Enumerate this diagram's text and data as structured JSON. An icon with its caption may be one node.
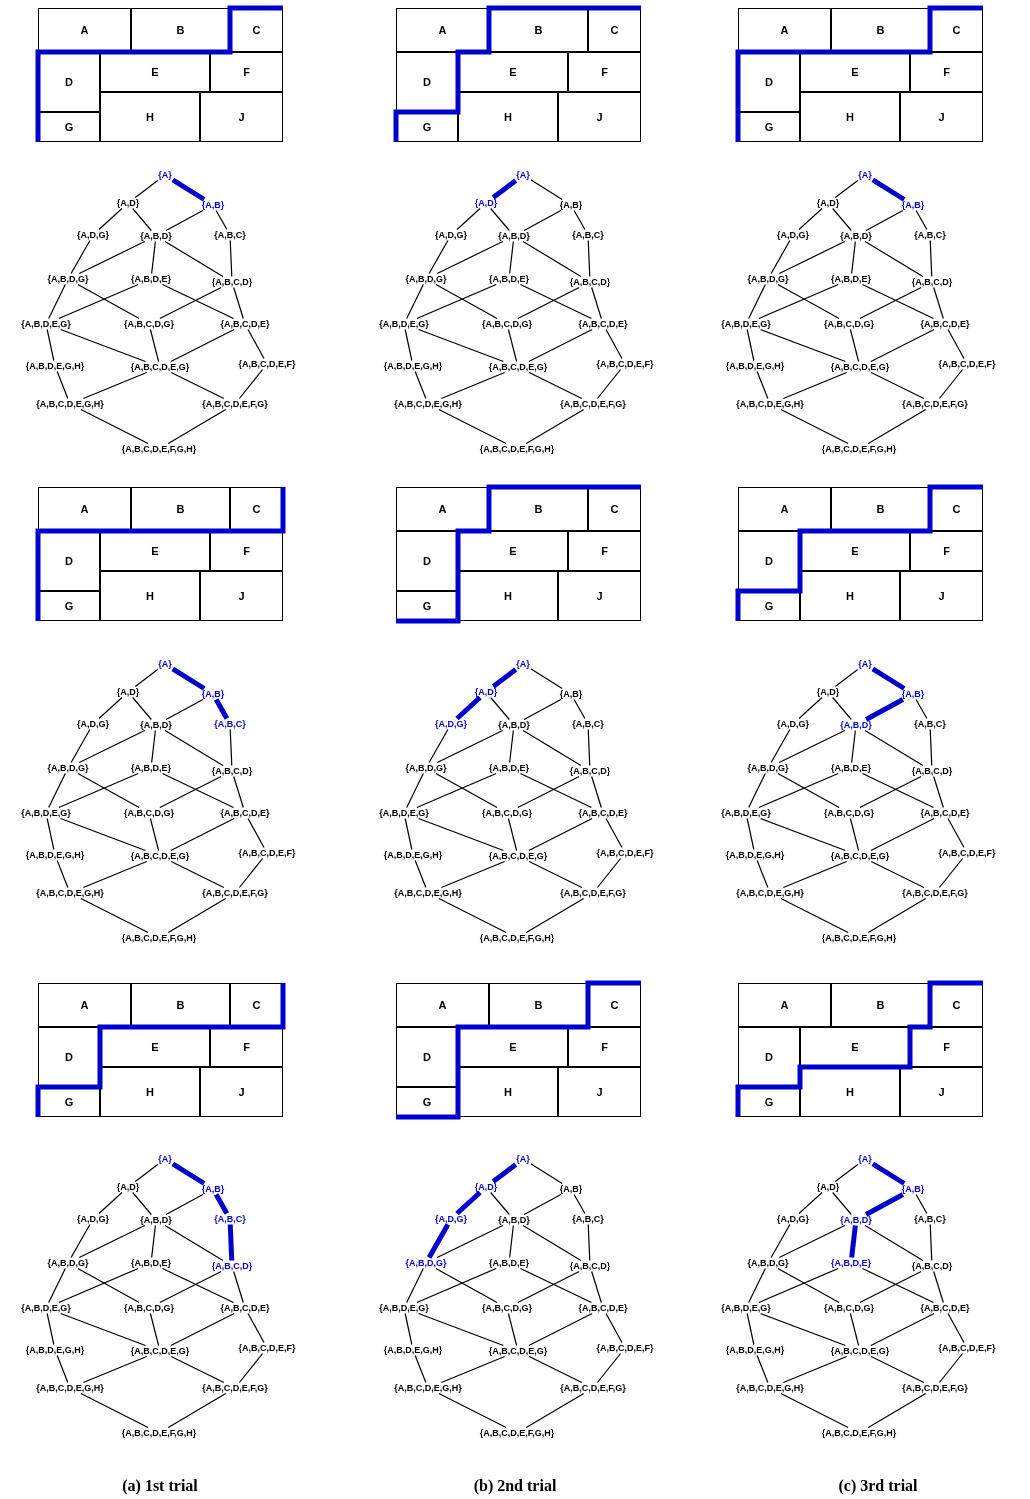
{
  "diagram": {
    "nodes": [
      {
        "text": [
          "A"
        ]
      },
      {
        "text": [
          "B"
        ]
      },
      {
        "text": [
          "C"
        ]
      },
      {
        "text": [
          "D"
        ]
      },
      {
        "text": [
          "E"
        ]
      },
      {
        "text": [
          "F"
        ]
      },
      {
        "text": [
          "G"
        ]
      },
      {
        "text": [
          "H"
        ]
      },
      {
        "text": [
          "J"
        ]
      },
      {
        "text": [
          "{A}"
        ]
      },
      {
        "text": [
          "{A,D}"
        ]
      },
      {
        "text": [
          "{A,B}"
        ]
      },
      {
        "text": [
          "{A,D,G}"
        ]
      },
      {
        "text": [
          "{A,B,D}"
        ]
      },
      {
        "text": [
          "{A,B,C}"
        ]
      },
      {
        "text": [
          "{A,B,D,G}"
        ]
      },
      {
        "text": [
          "{A,B,D,E}"
        ]
      },
      {
        "text": [
          "{A,B,C,D}"
        ]
      },
      {
        "text": [
          "{A,B,D,E,G}"
        ]
      },
      {
        "text": [
          "{A,B,C,D,G}"
        ]
      },
      {
        "text": [
          "{A,B,C,D,E}"
        ]
      },
      {
        "text": [
          "{A,B,D,E,G,H}"
        ]
      },
      {
        "text": [
          "{A,B,C,D,E,G}"
        ]
      },
      {
        "text": [
          "{A,B,C,D,E,F}"
        ]
      },
      {
        "text": [
          "{A,B,C,D,E,G,H}"
        ]
      },
      {
        "text": [
          "{A,B,C,D,E,F,G}"
        ]
      },
      {
        "text": [
          "{A,B,C,D,E,F,G,H}"
        ]
      },
      {
        "text": [
          "A"
        ]
      },
      {
        "text": [
          "B"
        ]
      },
      {
        "text": [
          "C"
        ]
      },
      {
        "text": [
          "D"
        ]
      },
      {
        "text": [
          "E"
        ]
      },
      {
        "text": [
          "F"
        ]
      },
      {
        "text": [
          "G"
        ]
      },
      {
        "text": [
          "H"
        ]
      },
      {
        "text": [
          "J"
        ]
      },
      {
        "text": [
          "{A}"
        ]
      },
      {
        "text": [
          "{A,D}"
        ]
      },
      {
        "text": [
          "{A,B}"
        ]
      },
      {
        "text": [
          "{A,D,G}"
        ]
      },
      {
        "text": [
          "{A,B,D}"
        ]
      },
      {
        "text": [
          "{A,B,C}"
        ]
      },
      {
        "text": [
          "{A,B,D,G}"
        ]
      },
      {
        "text": [
          "{A,B,D,E}"
        ]
      },
      {
        "text": [
          "{A,B,C,D}"
        ]
      },
      {
        "text": [
          "{A,B,D,E,G}"
        ]
      },
      {
        "text": [
          "{A,B,C,D,G}"
        ]
      },
      {
        "text": [
          "{A,B,C,D,E}"
        ]
      },
      {
        "text": [
          "{A,B,D,E,G,H}"
        ]
      },
      {
        "text": [
          "{A,B,C,D,E,G}"
        ]
      },
      {
        "text": [
          "{A,B,C,D,E,F}"
        ]
      },
      {
        "text": [
          "{A,B,C,D,E,G,H}"
        ]
      },
      {
        "text": [
          "{A,B,C,D,E,F,G}"
        ]
      },
      {
        "text": [
          "{A,B,C,D,E,F,G,H}"
        ]
      },
      {
        "text": [
          "A"
        ]
      },
      {
        "text": [
          "B"
        ]
      },
      {
        "text": [
          "C"
        ]
      },
      {
        "text": [
          "D"
        ]
      },
      {
        "text": [
          "E"
        ]
      },
      {
        "text": [
          "F"
        ]
      },
      {
        "text": [
          "G"
        ]
      },
      {
        "text": [
          "H"
        ]
      },
      {
        "text": [
          "J"
        ]
      },
      {
        "text": [
          "{A}"
        ]
      },
      {
        "text": [
          "{A,D}"
        ]
      },
      {
        "text": [
          "{A,B}"
        ]
      },
      {
        "text": [
          "{A,D,G}"
        ]
      },
      {
        "text": [
          "{A,B,D}"
        ]
      },
      {
        "text": [
          "{A,B,C}"
        ]
      },
      {
        "text": [
          "{A,B,D,G}"
        ]
      },
      {
        "text": [
          "{A,B,D,E}"
        ]
      },
      {
        "text": [
          "{A,B,C,D}"
        ]
      },
      {
        "text": [
          "{A,B,D,E,G}"
        ]
      },
      {
        "text": [
          "{A,B,C,D,G}"
        ]
      },
      {
        "text": [
          "{A,B,C,D,E}"
        ]
      },
      {
        "text": [
          "{A,B,D,E,G,H}"
        ]
      },
      {
        "text": [
          "{A,B,C,D,E,G}"
        ]
      },
      {
        "text": [
          "{A,B,C,D,E,F}"
        ]
      },
      {
        "text": [
          "{A,B,C,D,E,G,H}"
        ]
      },
      {
        "text": [
          "{A,B,C,D,E,F,G}"
        ]
      },
      {
        "text": [
          "{A,B,C,D,E,F,G,H}"
        ]
      },
      {
        "text": [
          "A"
        ]
      },
      {
        "text": [
          "B"
        ]
      },
      {
        "text": [
          "C"
        ]
      },
      {
        "text": [
          "D"
        ]
      },
      {
        "text": [
          "E"
        ]
      },
      {
        "text": [
          "F"
        ]
      },
      {
        "text": [
          "G"
        ]
      },
      {
        "text": [
          "H"
        ]
      },
      {
        "text": [
          "J"
        ]
      },
      {
        "text": [
          "{A}"
        ]
      },
      {
        "text": [
          "{A,D}"
        ]
      },
      {
        "text": [
          "{A,B}"
        ]
      },
      {
        "text": [
          "{A,D,G}"
        ]
      },
      {
        "text": [
          "{A,B,D}"
        ]
      },
      {
        "text": [
          "{A,B,C}"
        ]
      },
      {
        "text": [
          "{A,B,D,G}"
        ]
      },
      {
        "text": [
          "{A,B,D,E}"
        ]
      },
      {
        "text": [
          "{A,B,C,D}"
        ]
      },
      {
        "text": [
          "{A,B,D,E,G}"
        ]
      },
      {
        "text": [
          "{A,B,C,D,G}"
        ]
      },
      {
        "text": [
          "{A,B,C,D,E}"
        ]
      },
      {
        "text": [
          "{A,B,D,E,G,H}"
        ]
      },
      {
        "text": [
          "{A,B,C,D,E,G}"
        ]
      },
      {
        "text": [
          "{A,B,C,D,E,F}"
        ]
      },
      {
        "text": [
          "{A,B,C,D,E,G,H}"
        ]
      },
      {
        "text": [
          "{A,B,C,D,E,F,G}"
        ]
      },
      {
        "text": [
          "{A,B,C,D,E,F,G,H}"
        ]
      },
      {
        "text": [
          "A"
        ]
      },
      {
        "text": [
          "B"
        ]
      },
      {
        "text": [
          "C"
        ]
      },
      {
        "text": [
          "D"
        ]
      },
      {
        "text": [
          "E"
        ]
      },
      {
        "text": [
          "F"
        ]
      },
      {
        "text": [
          "G"
        ]
      },
      {
        "text": [
          "H"
        ]
      },
      {
        "text": [
          "J"
        ]
      },
      {
        "text": [
          "{A}"
        ]
      },
      {
        "text": [
          "{A,D}"
        ]
      },
      {
        "text": [
          "{A,B}"
        ]
      },
      {
        "text": [
          "{A,D,G}"
        ]
      },
      {
        "text": [
          "{A,B,D}"
        ]
      },
      {
        "text": [
          "{A,B,C}"
        ]
      },
      {
        "text": [
          "{A,B,D,G}"
        ]
      },
      {
        "text": [
          "{A,B,D,E}"
        ]
      },
      {
        "text": [
          "{A,B,C,D}"
        ]
      },
      {
        "text": [
          "{A,B,D,E,G}"
        ]
      },
      {
        "text": [
          "{A,B,C,D,G}"
        ]
      },
      {
        "text": [
          "{A,B,C,D,E}"
        ]
      },
      {
        "text": [
          "{A,B,D,E,G,H}"
        ]
      },
      {
        "text": [
          "{A,B,C,D,E,G}"
        ]
      },
      {
        "text": [
          "{A,B,C,D,E,F}"
        ]
      },
      {
        "text": [
          "{A,B,C,D,E,G,H}"
        ]
      },
      {
        "text": [
          "{A,B,C,D,E,F,G}"
        ]
      },
      {
        "text": [
          "{A,B,C,D,E,F,G,H}"
        ]
      },
      {
        "text": [
          "A"
        ]
      },
      {
        "text": [
          "B"
        ]
      },
      {
        "text": [
          "C"
        ]
      },
      {
        "text": [
          "D"
        ]
      },
      {
        "text": [
          "E"
        ]
      },
      {
        "text": [
          "F"
        ]
      },
      {
        "text": [
          "G"
        ]
      },
      {
        "text": [
          "H"
        ]
      },
      {
        "text": [
          "J"
        ]
      },
      {
        "text": [
          "{A}"
        ]
      },
      {
        "text": [
          "{A,D}"
        ]
      },
      {
        "text": [
          "{A,B}"
        ]
      },
      {
        "text": [
          "{A,D,G}"
        ]
      },
      {
        "text": [
          "{A,B,D}"
        ]
      },
      {
        "text": [
          "{A,B,C}"
        ]
      },
      {
        "text": [
          "{A,B,D,G}"
        ]
      },
      {
        "text": [
          "{A,B,D,E}"
        ]
      },
      {
        "text": [
          "{A,B,C,D}"
        ]
      },
      {
        "text": [
          "{A,B,D,E,G}"
        ]
      },
      {
        "text": [
          "{A,B,C,D,G}"
        ]
      },
      {
        "text": [
          "{A,B,C,D,E}"
        ]
      },
      {
        "text": [
          "{A,B,D,E,G,H}"
        ]
      },
      {
        "text": [
          "{A,B,C,D,E,G}"
        ]
      },
      {
        "text": [
          "{A,B,C,D,E,F}"
        ]
      },
      {
        "text": [
          "{A,B,C,D,E,G,H}"
        ]
      },
      {
        "text": [
          "{A,B,C,D,E,F,G}"
        ]
      },
      {
        "text": [
          "{A,B,C,D,E,F,G,H}"
        ]
      },
      {
        "text": [
          "A"
        ]
      },
      {
        "text": [
          "B"
        ]
      },
      {
        "text": [
          "C"
        ]
      },
      {
        "text": [
          "D"
        ]
      },
      {
        "text": [
          "E"
        ]
      },
      {
        "text": [
          "F"
        ]
      },
      {
        "text": [
          "G"
        ]
      },
      {
        "text": [
          "H"
        ]
      },
      {
        "text": [
          "J"
        ]
      },
      {
        "text": [
          "{A}"
        ]
      },
      {
        "text": [
          "{A,D}"
        ]
      },
      {
        "text": [
          "{A,B}"
        ]
      },
      {
        "text": [
          "{A,D,G}"
        ]
      },
      {
        "text": [
          "{A,B,D}"
        ]
      },
      {
        "text": [
          "{A,B,C}"
        ]
      },
      {
        "text": [
          "{A,B,D,G}"
        ]
      },
      {
        "text": [
          "{A,B,D,E}"
        ]
      },
      {
        "text": [
          "{A,B,C,D}"
        ]
      },
      {
        "text": [
          "{A,B,D,E,G}"
        ]
      },
      {
        "text": [
          "{A,B,C,D,G}"
        ]
      },
      {
        "text": [
          "{A,B,C,D,E}"
        ]
      },
      {
        "text": [
          "{A,B,D,E,G,H}"
        ]
      },
      {
        "text": [
          "{A,B,C,D,E,G}"
        ]
      },
      {
        "text": [
          "{A,B,C,D,E,F}"
        ]
      },
      {
        "text": [
          "{A,B,C,D,E,G,H}"
        ]
      },
      {
        "text": [
          "{A,B,C,D,E,F,G}"
        ]
      },
      {
        "text": [
          "{A,B,C,D,E,F,G,H}"
        ]
      },
      {
        "text": [
          "A"
        ]
      },
      {
        "text": [
          "B"
        ]
      },
      {
        "text": [
          "C"
        ]
      },
      {
        "text": [
          "D"
        ]
      },
      {
        "text": [
          "E"
        ]
      },
      {
        "text": [
          "F"
        ]
      },
      {
        "text": [
          "G"
        ]
      },
      {
        "text": [
          "H"
        ]
      },
      {
        "text": [
          "J"
        ]
      },
      {
        "text": [
          "{A}"
        ]
      },
      {
        "text": [
          "{A,D}"
        ]
      },
      {
        "text": [
          "{A,B}"
        ]
      },
      {
        "text": [
          "{A,D,G}"
        ]
      },
      {
        "text": [
          "{A,B,D}"
        ]
      },
      {
        "text": [
          "{A,B,C}"
        ]
      },
      {
        "text": [
          "{A,B,D,G}"
        ]
      },
      {
        "text": [
          "{A,B,D,E}"
        ]
      },
      {
        "text": [
          "{A,B,C,D}"
        ]
      },
      {
        "text": [
          "{A,B,D,E,G}"
        ]
      },
      {
        "text": [
          "{A,B,C,D,G}"
        ]
      },
      {
        "text": [
          "{A,B,C,D,E}"
        ]
      },
      {
        "text": [
          "{A,B,D,E,G,H}"
        ]
      },
      {
        "text": [
          "{A,B,C,D,E,G}"
        ]
      },
      {
        "text": [
          "{A,B,C,D,E,F}"
        ]
      },
      {
        "text": [
          "{A,B,C,D,E,G,H}"
        ]
      },
      {
        "text": [
          "{A,B,C,D,E,F,G}"
        ]
      },
      {
        "text": [
          "{A,B,C,D,E,F,G,H}"
        ]
      },
      {
        "text": [
          "A"
        ]
      },
      {
        "text": [
          "B"
        ]
      },
      {
        "text": [
          "C"
        ]
      },
      {
        "text": [
          "D"
        ]
      },
      {
        "text": [
          "E"
        ]
      },
      {
        "text": [
          "F"
        ]
      },
      {
        "text": [
          "G"
        ]
      },
      {
        "text": [
          "H"
        ]
      },
      {
        "text": [
          "J"
        ]
      },
      {
        "text": [
          "{A}"
        ]
      },
      {
        "text": [
          "{A,D}"
        ]
      },
      {
        "text": [
          "{A,B}"
        ]
      },
      {
        "text": [
          "{A,D,G}"
        ]
      },
      {
        "text": [
          "{A,B,D}"
        ]
      },
      {
        "text": [
          "{A,B,C}"
        ]
      },
      {
        "text": [
          "{A,B,D,G}"
        ]
      },
      {
        "text": [
          "{A,B,D,E}"
        ]
      },
      {
        "text": [
          "{A,B,C,D}"
        ]
      },
      {
        "text": [
          "{A,B,D,E,G}"
        ]
      },
      {
        "text": [
          "{A,B,C,D,G}"
        ]
      },
      {
        "text": [
          "{A,B,C,D,E}"
        ]
      },
      {
        "text": [
          "{A,B,D,E,G,H}"
        ]
      },
      {
        "text": [
          "{A,B,C,D,E,G}"
        ]
      },
      {
        "text": [
          "{A,B,C,D,E,F}"
        ]
      },
      {
        "text": [
          "{A,B,C,D,E,G,H}"
        ]
      },
      {
        "text": [
          "{A,B,C,D,E,F,G}"
        ]
      },
      {
        "text": [
          "{A,B,C,D,E,F,G,H}"
        ]
      }
    ],
    "edges": [
      {
        "from": 9,
        "to": 10,
        "arrow": "none"
      },
      {
        "from": 9,
        "to": 11,
        "arrow": "none",
        "style": "thick",
        "color": "#0000cc"
      },
      {
        "from": 10,
        "to": 12,
        "arrow": "none"
      },
      {
        "from": 10,
        "to": 13,
        "arrow": "none"
      },
      {
        "from": 11,
        "to": 13,
        "arrow": "none"
      },
      {
        "from": 11,
        "to": 14,
        "arrow": "none"
      },
      {
        "from": 12,
        "to": 15,
        "arrow": "none"
      },
      {
        "from": 13,
        "to": 15,
        "arrow": "none"
      },
      {
        "from": 13,
        "to": 16,
        "arrow": "none"
      },
      {
        "from": 13,
        "to": 17,
        "arrow": "none"
      },
      {
        "from": 14,
        "to": 17,
        "arrow": "none"
      },
      {
        "from": 15,
        "to": 18,
        "arrow": "none"
      },
      {
        "from": 15,
        "to": 19,
        "arrow": "none"
      },
      {
        "from": 16,
        "to": 18,
        "arrow": "none"
      },
      {
        "from": 16,
        "to": 20,
        "arrow": "none"
      },
      {
        "from": 17,
        "to": 19,
        "arrow": "none"
      },
      {
        "from": 17,
        "to": 20,
        "arrow": "none"
      },
      {
        "from": 18,
        "to": 21,
        "arrow": "none"
      },
      {
        "from": 18,
        "to": 22,
        "arrow": "none"
      },
      {
        "from": 19,
        "to": 22,
        "arrow": "none"
      },
      {
        "from": 20,
        "to": 22,
        "arrow": "none"
      },
      {
        "from": 20,
        "to": 23,
        "arrow": "none"
      },
      {
        "from": 21,
        "to": 24,
        "arrow": "none"
      },
      {
        "from": 22,
        "to": 24,
        "arrow": "none"
      },
      {
        "from": 22,
        "to": 25,
        "arrow": "none"
      },
      {
        "from": 23,
        "to": 25,
        "arrow": "none"
      },
      {
        "from": 24,
        "to": 26,
        "arrow": "none"
      },
      {
        "from": 25,
        "to": 26,
        "arrow": "none"
      },
      {
        "from": 36,
        "to": 37,
        "arrow": "none",
        "style": "thick",
        "color": "#0000cc"
      },
      {
        "from": 36,
        "to": 38,
        "arrow": "none"
      },
      {
        "from": 37,
        "to": 39,
        "arrow": "none"
      },
      {
        "from": 37,
        "to": 40,
        "arrow": "none"
      },
      {
        "from": 38,
        "to": 40,
        "arrow": "none"
      },
      {
        "from": 38,
        "to": 41,
        "arrow": "none"
      },
      {
        "from": 39,
        "to": 42,
        "arrow": "none"
      },
      {
        "from": 40,
        "to": 42,
        "arrow": "none"
      },
      {
        "from": 40,
        "to": 43,
        "arrow": "none"
      },
      {
        "from": 40,
        "to": 44,
        "arrow": "none"
      },
      {
        "from": 41,
        "to": 44,
        "arrow": "none"
      },
      {
        "from": 42,
        "to": 45,
        "arrow": "none"
      },
      {
        "from": 42,
        "to": 46,
        "arrow": "none"
      },
      {
        "from": 43,
        "to": 45,
        "arrow": "none"
      },
      {
        "from": 43,
        "to": 47,
        "arrow": "none"
      },
      {
        "from": 44,
        "to": 46,
        "arrow": "none"
      },
      {
        "from": 44,
        "to": 47,
        "arrow": "none"
      },
      {
        "from": 45,
        "to": 48,
        "arrow": "none"
      },
      {
        "from": 45,
        "to": 49,
        "arrow": "none"
      },
      {
        "from": 46,
        "to": 49,
        "arrow": "none"
      },
      {
        "from": 47,
        "to": 49,
        "arrow": "none"
      },
      {
        "from": 47,
        "to": 50,
        "arrow": "none"
      },
      {
        "from": 48,
        "to": 51,
        "arrow": "none"
      },
      {
        "from": 49,
        "to": 51,
        "arrow": "none"
      },
      {
        "from": 49,
        "to": 52,
        "arrow": "none"
      },
      {
        "from": 50,
        "to": 52,
        "arrow": "none"
      },
      {
        "from": 51,
        "to": 53,
        "arrow": "none"
      },
      {
        "from": 52,
        "to": 53,
        "arrow": "none"
      },
      {
        "from": 63,
        "to": 64,
        "arrow": "none"
      },
      {
        "from": 63,
        "to": 65,
        "arrow": "none",
        "style": "thick",
        "color": "#0000cc"
      },
      {
        "from": 64,
        "to": 66,
        "arrow": "none"
      },
      {
        "from": 64,
        "to": 67,
        "arrow": "none"
      },
      {
        "from": 65,
        "to": 67,
        "arrow": "none"
      },
      {
        "from": 65,
        "to": 68,
        "arrow": "none"
      },
      {
        "from": 66,
        "to": 69,
        "arrow": "none"
      },
      {
        "from": 67,
        "to": 69,
        "arrow": "none"
      },
      {
        "from": 67,
        "to": 70,
        "arrow": "none"
      },
      {
        "from": 67,
        "to": 71,
        "arrow": "none"
      },
      {
        "from": 68,
        "to": 71,
        "arrow": "none"
      },
      {
        "from": 69,
        "to": 72,
        "arrow": "none"
      },
      {
        "from": 69,
        "to": 73,
        "arrow": "none"
      },
      {
        "from": 70,
        "to": 72,
        "arrow": "none"
      },
      {
        "from": 70,
        "to": 74,
        "arrow": "none"
      },
      {
        "from": 71,
        "to": 73,
        "arrow": "none"
      },
      {
        "from": 71,
        "to": 74,
        "arrow": "none"
      },
      {
        "from": 72,
        "to": 75,
        "arrow": "none"
      },
      {
        "from": 72,
        "to": 76,
        "arrow": "none"
      },
      {
        "from": 73,
        "to": 76,
        "arrow": "none"
      },
      {
        "from": 74,
        "to": 76,
        "arrow": "none"
      },
      {
        "from": 74,
        "to": 77,
        "arrow": "none"
      },
      {
        "from": 75,
        "to": 78,
        "arrow": "none"
      },
      {
        "from": 76,
        "to": 78,
        "arrow": "none"
      },
      {
        "from": 76,
        "to": 79,
        "arrow": "none"
      },
      {
        "from": 77,
        "to": 79,
        "arrow": "none"
      },
      {
        "from": 78,
        "to": 80,
        "arrow": "none"
      },
      {
        "from": 79,
        "to": 80,
        "arrow": "none"
      },
      {
        "from": 90,
        "to": 91,
        "arrow": "none"
      },
      {
        "from": 90,
        "to": 92,
        "arrow": "none",
        "style": "thick",
        "color": "#0000cc"
      },
      {
        "from": 91,
        "to": 93,
        "arrow": "none"
      },
      {
        "from": 91,
        "to": 94,
        "arrow": "none"
      },
      {
        "from": 92,
        "to": 94,
        "arrow": "none"
      },
      {
        "from": 92,
        "to": 95,
        "arrow": "none",
        "style": "thick",
        "color": "#0000cc"
      },
      {
        "from": 93,
        "to": 96,
        "arrow": "none"
      },
      {
        "from": 94,
        "to": 96,
        "arrow": "none"
      },
      {
        "from": 94,
        "to": 97,
        "arrow": "none"
      },
      {
        "from": 94,
        "to": 98,
        "arrow": "none"
      },
      {
        "from": 95,
        "to": 98,
        "arrow": "none"
      },
      {
        "from": 96,
        "to": 99,
        "arrow": "none"
      },
      {
        "from": 96,
        "to": 100,
        "arrow": "none"
      },
      {
        "from": 97,
        "to": 99,
        "arrow": "none"
      },
      {
        "from": 97,
        "to": 101,
        "arrow": "none"
      },
      {
        "from": 98,
        "to": 100,
        "arrow": "none"
      },
      {
        "from": 98,
        "to": 101,
        "arrow": "none"
      },
      {
        "from": 99,
        "to": 102,
        "arrow": "none"
      },
      {
        "from": 99,
        "to": 103,
        "arrow": "none"
      },
      {
        "from": 100,
        "to": 103,
        "arrow": "none"
      },
      {
        "from": 101,
        "to": 103,
        "arrow": "none"
      },
      {
        "from": 101,
        "to": 104,
        "arrow": "none"
      },
      {
        "from": 102,
        "to": 105,
        "arrow": "none"
      },
      {
        "from": 103,
        "to": 105,
        "arrow": "none"
      },
      {
        "from": 103,
        "to": 106,
        "arrow": "none"
      },
      {
        "from": 104,
        "to": 106,
        "arrow": "none"
      },
      {
        "from": 105,
        "to": 107,
        "arrow": "none"
      },
      {
        "from": 106,
        "to": 107,
        "arrow": "none"
      },
      {
        "from": 117,
        "to": 118,
        "arrow": "none",
        "style": "thick",
        "color": "#0000cc"
      },
      {
        "from": 117,
        "to": 119,
        "arrow": "none"
      },
      {
        "from": 118,
        "to": 120,
        "arrow": "none",
        "style": "thick",
        "color": "#0000cc"
      },
      {
        "from": 118,
        "to": 121,
        "arrow": "none"
      },
      {
        "from": 119,
        "to": 121,
        "arrow": "none"
      },
      {
        "from": 119,
        "to": 122,
        "arrow": "none"
      },
      {
        "from": 120,
        "to": 123,
        "arrow": "none"
      },
      {
        "from": 121,
        "to": 123,
        "arrow": "none"
      },
      {
        "from": 121,
        "to": 124,
        "arrow": "none"
      },
      {
        "from": 121,
        "to": 125,
        "arrow": "none"
      },
      {
        "from": 122,
        "to": 125,
        "arrow": "none"
      },
      {
        "from": 123,
        "to": 126,
        "arrow": "none"
      },
      {
        "from": 123,
        "to": 127,
        "arrow": "none"
      },
      {
        "from": 124,
        "to": 126,
        "arrow": "none"
      },
      {
        "from": 124,
        "to": 128,
        "arrow": "none"
      },
      {
        "from": 125,
        "to": 127,
        "arrow": "none"
      },
      {
        "from": 125,
        "to": 128,
        "arrow": "none"
      },
      {
        "from": 126,
        "to": 129,
        "arrow": "none"
      },
      {
        "from": 126,
        "to": 130,
        "arrow": "none"
      },
      {
        "from": 127,
        "to": 130,
        "arrow": "none"
      },
      {
        "from": 128,
        "to": 130,
        "arrow": "none"
      },
      {
        "from": 128,
        "to": 131,
        "arrow": "none"
      },
      {
        "from": 129,
        "to": 132,
        "arrow": "none"
      },
      {
        "from": 130,
        "to": 132,
        "arrow": "none"
      },
      {
        "from": 130,
        "to": 133,
        "arrow": "none"
      },
      {
        "from": 131,
        "to": 133,
        "arrow": "none"
      },
      {
        "from": 132,
        "to": 134,
        "arrow": "none"
      },
      {
        "from": 133,
        "to": 134,
        "arrow": "none"
      },
      {
        "from": 144,
        "to": 145,
        "arrow": "none"
      },
      {
        "from": 144,
        "to": 146,
        "arrow": "none",
        "style": "thick",
        "color": "#0000cc"
      },
      {
        "from": 145,
        "to": 147,
        "arrow": "none"
      },
      {
        "from": 145,
        "to": 148,
        "arrow": "none"
      },
      {
        "from": 146,
        "to": 148,
        "arrow": "none",
        "style": "thick",
        "color": "#0000cc"
      },
      {
        "from": 146,
        "to": 149,
        "arrow": "none"
      },
      {
        "from": 147,
        "to": 150,
        "arrow": "none"
      },
      {
        "from": 148,
        "to": 150,
        "arrow": "none"
      },
      {
        "from": 148,
        "to": 151,
        "arrow": "none"
      },
      {
        "from": 148,
        "to": 152,
        "arrow": "none"
      },
      {
        "from": 149,
        "to": 152,
        "arrow": "none"
      },
      {
        "from": 150,
        "to": 153,
        "arrow": "none"
      },
      {
        "from": 150,
        "to": 154,
        "arrow": "none"
      },
      {
        "from": 151,
        "to": 153,
        "arrow": "none"
      },
      {
        "from": 151,
        "to": 155,
        "arrow": "none"
      },
      {
        "from": 152,
        "to": 154,
        "arrow": "none"
      },
      {
        "from": 152,
        "to": 155,
        "arrow": "none"
      },
      {
        "from": 153,
        "to": 156,
        "arrow": "none"
      },
      {
        "from": 153,
        "to": 157,
        "arrow": "none"
      },
      {
        "from": 154,
        "to": 157,
        "arrow": "none"
      },
      {
        "from": 155,
        "to": 157,
        "arrow": "none"
      },
      {
        "from": 155,
        "to": 158,
        "arrow": "none"
      },
      {
        "from": 156,
        "to": 159,
        "arrow": "none"
      },
      {
        "from": 157,
        "to": 159,
        "arrow": "none"
      },
      {
        "from": 157,
        "to": 160,
        "arrow": "none"
      },
      {
        "from": 158,
        "to": 160,
        "arrow": "none"
      },
      {
        "from": 159,
        "to": 161,
        "arrow": "none"
      },
      {
        "from": 160,
        "to": 161,
        "arrow": "none"
      },
      {
        "from": 171,
        "to": 172,
        "arrow": "none"
      },
      {
        "from": 171,
        "to": 173,
        "arrow": "none",
        "style": "thick",
        "color": "#0000cc"
      },
      {
        "from": 172,
        "to": 174,
        "arrow": "none"
      },
      {
        "from": 172,
        "to": 175,
        "arrow": "none"
      },
      {
        "from": 173,
        "to": 175,
        "arrow": "none"
      },
      {
        "from": 173,
        "to": 176,
        "arrow": "none",
        "style": "thick",
        "color": "#0000cc"
      },
      {
        "from": 174,
        "to": 177,
        "arrow": "none"
      },
      {
        "from": 175,
        "to": 177,
        "arrow": "none"
      },
      {
        "from": 175,
        "to": 178,
        "arrow": "none"
      },
      {
        "from": 175,
        "to": 179,
        "arrow": "none"
      },
      {
        "from": 176,
        "to": 179,
        "arrow": "none",
        "style": "thick",
        "color": "#0000cc"
      },
      {
        "from": 177,
        "to": 180,
        "arrow": "none"
      },
      {
        "from": 177,
        "to": 181,
        "arrow": "none"
      },
      {
        "from": 178,
        "to": 180,
        "arrow": "none"
      },
      {
        "from": 178,
        "to": 182,
        "arrow": "none"
      },
      {
        "from": 179,
        "to": 181,
        "arrow": "none"
      },
      {
        "from": 179,
        "to": 182,
        "arrow": "none"
      },
      {
        "from": 180,
        "to": 183,
        "arrow": "none"
      },
      {
        "from": 180,
        "to": 184,
        "arrow": "none"
      },
      {
        "from": 181,
        "to": 184,
        "arrow": "none"
      },
      {
        "from": 182,
        "to": 184,
        "arrow": "none"
      },
      {
        "from": 182,
        "to": 185,
        "arrow": "none"
      },
      {
        "from": 183,
        "to": 186,
        "arrow": "none"
      },
      {
        "from": 184,
        "to": 186,
        "arrow": "none"
      },
      {
        "from": 184,
        "to": 187,
        "arrow": "none"
      },
      {
        "from": 185,
        "to": 187,
        "arrow": "none"
      },
      {
        "from": 186,
        "to": 188,
        "arrow": "none"
      },
      {
        "from": 187,
        "to": 188,
        "arrow": "none"
      },
      {
        "from": 198,
        "to": 199,
        "arrow": "none",
        "style": "thick",
        "color": "#0000cc"
      },
      {
        "from": 198,
        "to": 200,
        "arrow": "none"
      },
      {
        "from": 199,
        "to": 201,
        "arrow": "none",
        "style": "thick",
        "color": "#0000cc"
      },
      {
        "from": 199,
        "to": 202,
        "arrow": "none"
      },
      {
        "from": 200,
        "to": 202,
        "arrow": "none"
      },
      {
        "from": 200,
        "to": 203,
        "arrow": "none"
      },
      {
        "from": 201,
        "to": 204,
        "arrow": "none",
        "style": "thick",
        "color": "#0000cc"
      },
      {
        "from": 202,
        "to": 204,
        "arrow": "none"
      },
      {
        "from": 202,
        "to": 205,
        "arrow": "none"
      },
      {
        "from": 202,
        "to": 206,
        "arrow": "none"
      },
      {
        "from": 203,
        "to": 206,
        "arrow": "none"
      },
      {
        "from": 204,
        "to": 207,
        "arrow": "none"
      },
      {
        "from": 204,
        "to": 208,
        "arrow": "none"
      },
      {
        "from": 205,
        "to": 207,
        "arrow": "none"
      },
      {
        "from": 205,
        "to": 209,
        "arrow": "none"
      },
      {
        "from": 206,
        "to": 208,
        "arrow": "none"
      },
      {
        "from": 206,
        "to": 209,
        "arrow": "none"
      },
      {
        "from": 207,
        "to": 210,
        "arrow": "none"
      },
      {
        "from": 207,
        "to": 211,
        "arrow": "none"
      },
      {
        "from": 208,
        "to": 211,
        "arrow": "none"
      },
      {
        "from": 209,
        "to": 211,
        "arrow": "none"
      },
      {
        "from": 209,
        "to": 212,
        "arrow": "none"
      },
      {
        "from": 210,
        "to": 213,
        "arrow": "none"
      },
      {
        "from": 211,
        "to": 213,
        "arrow": "none"
      },
      {
        "from": 211,
        "to": 214,
        "arrow": "none"
      },
      {
        "from": 212,
        "to": 214,
        "arrow": "none"
      },
      {
        "from": 213,
        "to": 215,
        "arrow": "none"
      },
      {
        "from": 214,
        "to": 215,
        "arrow": "none"
      },
      {
        "from": 225,
        "to": 226,
        "arrow": "none"
      },
      {
        "from": 225,
        "to": 227,
        "arrow": "none",
        "style": "thick",
        "color": "#0000cc"
      },
      {
        "from": 226,
        "to": 228,
        "arrow": "none"
      },
      {
        "from": 226,
        "to": 229,
        "arrow": "none"
      },
      {
        "from": 227,
        "to": 229,
        "arrow": "none",
        "style": "thick",
        "color": "#0000cc"
      },
      {
        "from": 227,
        "to": 230,
        "arrow": "none"
      },
      {
        "from": 228,
        "to": 231,
        "arrow": "none"
      },
      {
        "from": 229,
        "to": 231,
        "arrow": "none"
      },
      {
        "from": 229,
        "to": 232,
        "arrow": "none",
        "style": "thick",
        "color": "#0000cc"
      },
      {
        "from": 229,
        "to": 233,
        "arrow": "none"
      },
      {
        "from": 230,
        "to": 233,
        "arrow": "none"
      },
      {
        "from": 231,
        "to": 234,
        "arrow": "none"
      },
      {
        "from": 231,
        "to": 235,
        "arrow": "none"
      },
      {
        "from": 232,
        "to": 234,
        "arrow": "none"
      },
      {
        "from": 232,
        "to": 236,
        "arrow": "none"
      },
      {
        "from": 233,
        "to": 235,
        "arrow": "none"
      },
      {
        "from": 233,
        "to": 236,
        "arrow": "none"
      },
      {
        "from": 234,
        "to": 237,
        "arrow": "none"
      },
      {
        "from": 234,
        "to": 238,
        "arrow": "none"
      },
      {
        "from": 235,
        "to": 238,
        "arrow": "none"
      },
      {
        "from": 236,
        "to": 238,
        "arrow": "none"
      },
      {
        "from": 236,
        "to": 239,
        "arrow": "none"
      },
      {
        "from": 237,
        "to": 240,
        "arrow": "none"
      },
      {
        "from": 238,
        "to": 240,
        "arrow": "none"
      },
      {
        "from": 238,
        "to": 241,
        "arrow": "none"
      },
      {
        "from": 239,
        "to": 241,
        "arrow": "none"
      },
      {
        "from": 240,
        "to": 242,
        "arrow": "none"
      },
      {
        "from": 241,
        "to": 242,
        "arrow": "none"
      }
    ],
    "labels": [
      "(a) 1st trial",
      "(b) 2nd trial",
      "(c) 3rd trial"
    ]
  }
}
